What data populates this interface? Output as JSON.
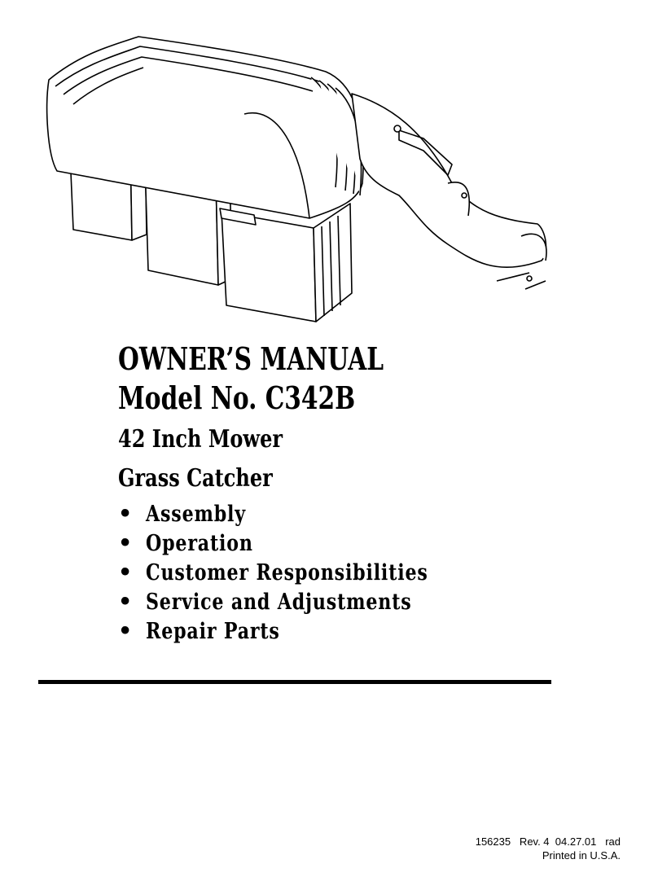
{
  "title": {
    "line1": "OWNER’S MANUAL",
    "line2": "Model No. C342B",
    "line3": "42 Inch Mower",
    "line4": "Grass Catcher"
  },
  "contents": {
    "bullet": "•",
    "items": [
      "Assembly",
      "Operation",
      "Customer Responsibilities",
      "Service and Adjustments",
      "Repair Parts"
    ]
  },
  "footer": {
    "part_number": "156235   Rev. 4  04.27.01   rad",
    "printed": "Printed in U.S.A."
  }
}
